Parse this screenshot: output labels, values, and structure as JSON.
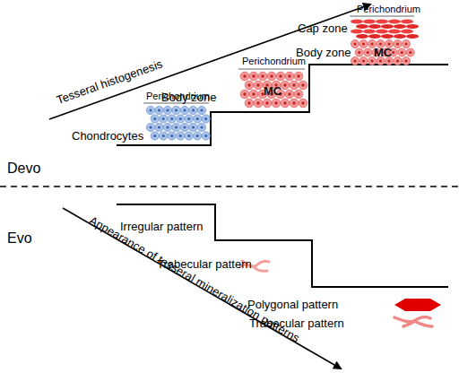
{
  "diagram": {
    "nodes": [
      {
        "text": [
          "MC"
        ]
      },
      {
        "text": [
          "MC"
        ]
      }
    ],
    "labels": [
      "Devo",
      "Tesseral histogenesis",
      "Perichondrium",
      "Chondrocytes",
      "Perichondrium",
      "Body zone",
      "Perichondrium",
      "Cap zone",
      "Body zone",
      "Evo",
      "Irregular pattern",
      "Trabecular pattern",
      "Polygonal pattern",
      "Trabecular pattern",
      "Appearance of tesseral mineralization patterns"
    ]
  }
}
